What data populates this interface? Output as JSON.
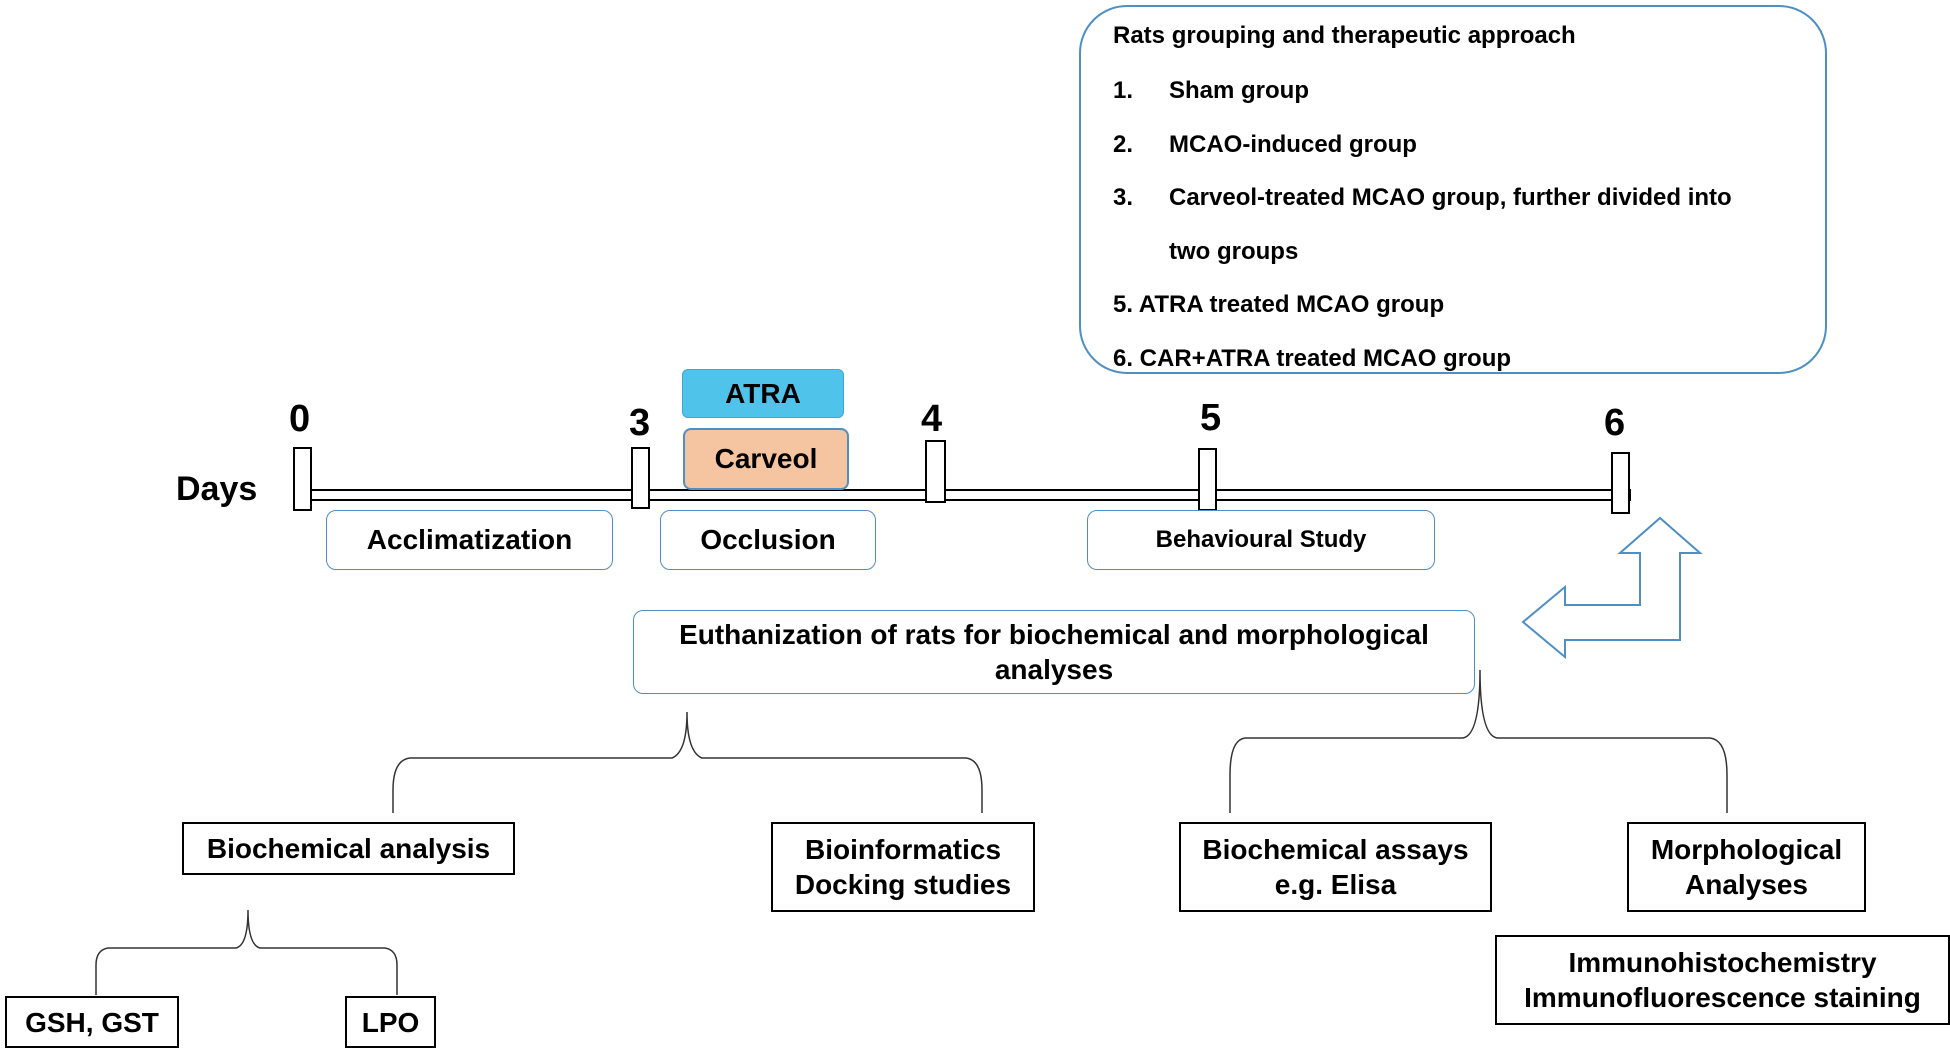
{
  "groups_box": {
    "title": "Rats grouping and therapeutic approach",
    "items": [
      {
        "num": "1.",
        "text": "Sham group"
      },
      {
        "num": "2.",
        "text": "MCAO-induced group"
      },
      {
        "num": "3.",
        "text": "Carveol-treated MCAO group, further divided into"
      },
      {
        "num": "",
        "text": "two groups"
      }
    ],
    "item5": "5. ATRA treated MCAO group",
    "item6": "6. CAR+ATRA treated MCAO group"
  },
  "timeline": {
    "label": "Days",
    "ticks": [
      "0",
      "3",
      "4",
      "5",
      "6"
    ]
  },
  "treatments": {
    "atra": "ATRA",
    "carveol": "Carveol",
    "atra_color": "#4fc3ea",
    "carveol_color": "#f5c4a1"
  },
  "phases": {
    "acclimatization": "Acclimatization",
    "occlusion": "Occlusion",
    "behavioural": "Behavioural Study"
  },
  "euthanization": "Euthanization of rats for biochemical and morphological analyses",
  "outputs": {
    "biochemical_analysis": "Biochemical analysis",
    "bioinformatics": [
      "Bioinformatics",
      "Docking studies"
    ],
    "biochemical_assays": [
      "Biochemical assays",
      "e.g. Elisa"
    ],
    "morphological": [
      "Morphological",
      "Analyses"
    ],
    "immuno": [
      "Immunohistochemistry",
      "Immunofluorescence staining"
    ],
    "gsh": "GSH, GST",
    "lpo": "LPO"
  },
  "colors": {
    "box_border_blue": "#4f8fc4"
  }
}
